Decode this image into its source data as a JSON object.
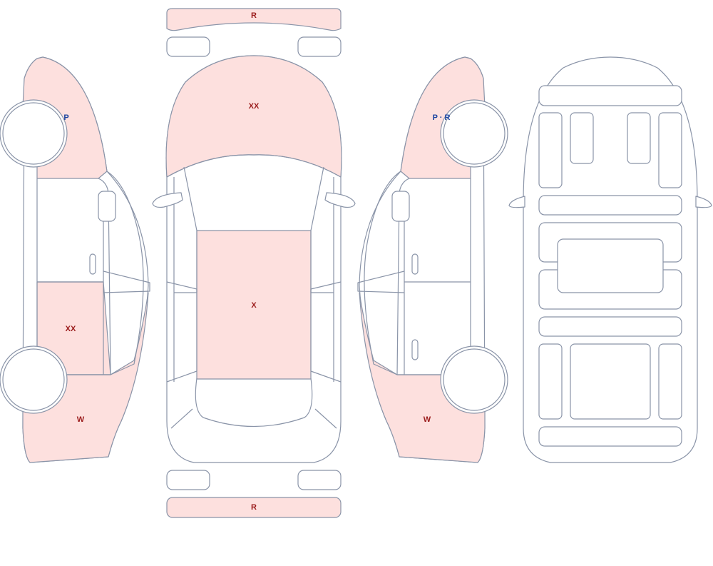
{
  "colors": {
    "damage_fill": "#fde0de",
    "outline": "#8a94a8",
    "label_red": "#9b1c1c",
    "label_blue": "#1c44a0"
  },
  "labels": {
    "front_bumper": "R",
    "hood": "XX",
    "roof": "X",
    "rear_bumper": "R",
    "left_front_fender": "P",
    "left_rear_door": "XX",
    "left_rear_quarter": "W",
    "right_front_fender": "P · R",
    "right_rear_quarter": "W"
  }
}
